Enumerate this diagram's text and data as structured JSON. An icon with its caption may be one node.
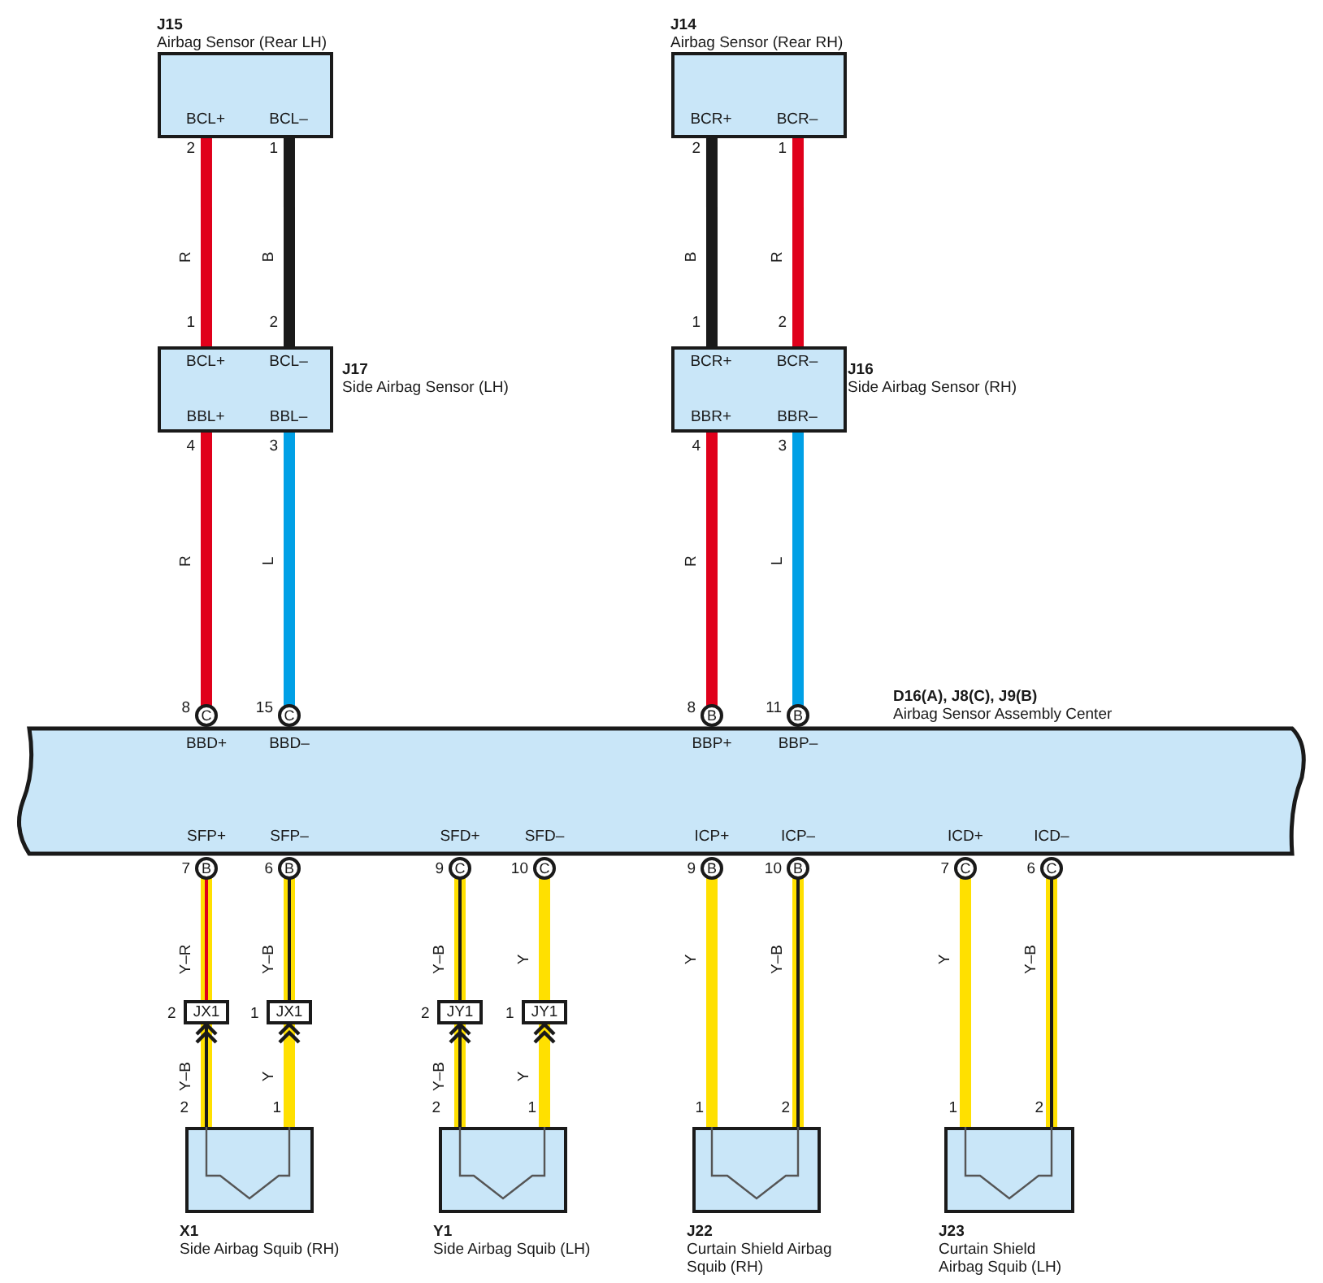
{
  "diagram": {
    "nodes": [
      {
        "text": [
          "J15",
          "Airbag Sensor (Rear LH)",
          "BCL+",
          "BCL–"
        ]
      },
      {
        "text": [
          "J14",
          "Airbag Sensor (Rear RH)",
          "BCR+",
          "BCR–"
        ]
      },
      {
        "text": [
          "BCL+",
          "BCL–",
          "J17",
          "Side Airbag Sensor (LH)",
          "BBL+",
          "BBL–"
        ]
      },
      {
        "text": [
          "BCR+",
          "BCR–",
          "J16",
          "Side Airbag Sensor (RH)",
          "BBR+",
          "BBR–"
        ]
      },
      {
        "text": [
          "D16(A), J8(C), J9(B)",
          "Airbag Sensor Assembly Center",
          "BBD+",
          "BBD–",
          "BBP+",
          "BBP–",
          "SFP+",
          "SFP–",
          "SFD+",
          "SFD–",
          "ICP+",
          "ICP–",
          "ICD+",
          "ICD–"
        ]
      },
      {
        "text": [
          "JX1"
        ],
        "beside": [
          "2"
        ]
      },
      {
        "text": [
          "JX1"
        ],
        "beside": [
          "1"
        ]
      },
      {
        "text": [
          "JY1"
        ],
        "beside": [
          "2"
        ]
      },
      {
        "text": [
          "JY1"
        ],
        "beside": [
          "1"
        ]
      },
      {
        "text": [
          "X1",
          "Side Airbag Squib (RH)"
        ]
      },
      {
        "text": [
          "Y1",
          "Side Airbag Squib (LH)"
        ]
      },
      {
        "text": [
          "J22",
          "Curtain Shield Airbag Squib (RH)"
        ]
      },
      {
        "text": [
          "J23",
          "Curtain Shield Airbag Squib (LH)"
        ]
      }
    ],
    "edges": [
      {
        "from": 0,
        "to": 2,
        "arrow": "none",
        "label": "R",
        "color": "#e0001b"
      },
      {
        "from": 0,
        "to": 2,
        "arrow": "none",
        "label": "B",
        "color": "#1a1a1a"
      },
      {
        "from": 1,
        "to": 3,
        "arrow": "none",
        "label": "B",
        "color": "#1a1a1a"
      },
      {
        "from": 1,
        "to": 3,
        "arrow": "none",
        "label": "R",
        "color": "#e0001b"
      },
      {
        "from": 2,
        "to": 4,
        "arrow": "none",
        "label": "R",
        "color": "#e0001b"
      },
      {
        "from": 2,
        "to": 4,
        "arrow": "none",
        "label": "L",
        "color": "#00a0e6"
      },
      {
        "from": 3,
        "to": 4,
        "arrow": "none",
        "label": "R",
        "color": "#e0001b"
      },
      {
        "from": 3,
        "to": 4,
        "arrow": "none",
        "label": "L",
        "color": "#00a0e6"
      },
      {
        "from": 4,
        "to": 5,
        "arrow": "none",
        "label": "Y–R"
      },
      {
        "from": 4,
        "to": 6,
        "arrow": "none",
        "label": "Y–B"
      },
      {
        "from": 4,
        "to": 7,
        "arrow": "none",
        "label": "Y–B"
      },
      {
        "from": 4,
        "to": 8,
        "arrow": "none",
        "label": "Y"
      },
      {
        "from": 9,
        "to": 5,
        "arrow": "to",
        "label": "Y–B"
      },
      {
        "from": 9,
        "to": 6,
        "arrow": "to",
        "label": "Y"
      },
      {
        "from": 10,
        "to": 7,
        "arrow": "to",
        "label": "Y–B"
      },
      {
        "from": 10,
        "to": 8,
        "arrow": "to",
        "label": "Y"
      },
      {
        "from": 4,
        "to": 11,
        "arrow": "none",
        "label": "Y"
      },
      {
        "from": 4,
        "to": 11,
        "arrow": "none",
        "label": "Y–B"
      },
      {
        "from": 4,
        "to": 12,
        "arrow": "none",
        "label": "Y"
      },
      {
        "from": 4,
        "to": 12,
        "arrow": "none",
        "label": "Y–B"
      }
    ],
    "labels": [
      "2",
      "1",
      "2",
      "1",
      "1",
      "2",
      "1",
      "2",
      "4",
      "3",
      "4",
      "3",
      "8",
      "C",
      "15",
      "C",
      "8",
      "B",
      "11",
      "B",
      "7",
      "B",
      "6",
      "B",
      "9",
      "C",
      "10",
      "C",
      "9",
      "B",
      "10",
      "B",
      "7",
      "C",
      "6",
      "C",
      "2",
      "1",
      "2",
      "1",
      "1",
      "2",
      "1",
      "2"
    ]
  }
}
